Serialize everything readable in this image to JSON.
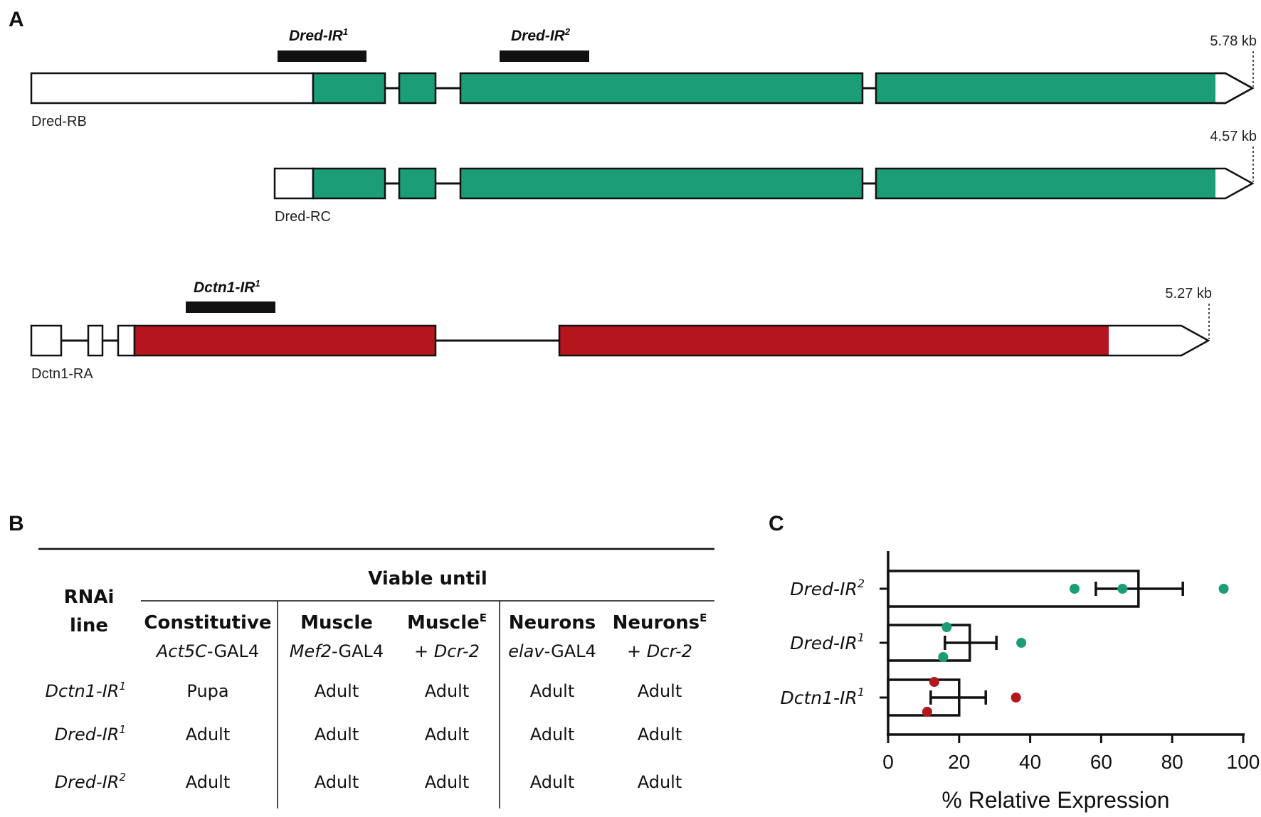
{
  "colors": {
    "dred": "#1b9e77",
    "dctn1": "#b5161e",
    "line": "#111111"
  },
  "panel_a": {
    "letter": "A",
    "transcripts": [
      {
        "name": "Dred-RB",
        "size": "5.78 kb"
      },
      {
        "name": "Dred-RC",
        "size": "4.57 kb"
      },
      {
        "name": "Dctn1-RA",
        "size": "5.27 kb"
      }
    ],
    "ir_labels": {
      "dred_ir1": "Dred-IR",
      "dred_ir2": "Dred-IR",
      "dctn1_ir1": "Dctn1-IR",
      "sup1": "1",
      "sup2": "2"
    }
  },
  "panel_b": {
    "letter": "B",
    "rnai_header": [
      "RNAi",
      "line"
    ],
    "viable_header": "Viable until",
    "columns": [
      {
        "name": "Constitutive",
        "sup": "",
        "driver": "Act5C-GAL4",
        "driver_italic": "Act5C",
        "driver_rest": "-GAL4"
      },
      {
        "name": "Muscle",
        "sup": "",
        "driver": "Mef2-GAL4",
        "driver_italic": "Mef2",
        "driver_rest": "-GAL4"
      },
      {
        "name": "Muscle",
        "sup": "E",
        "driver": "+ Dcr-2",
        "driver_prefix": "+ ",
        "driver_italic": "Dcr-2"
      },
      {
        "name": "Neurons",
        "sup": "",
        "driver": "elav-GAL4",
        "driver_italic": "elav",
        "driver_rest": "-GAL4"
      },
      {
        "name": "Neurons",
        "sup": "E",
        "driver": "+ Dcr-2",
        "driver_prefix": "+ ",
        "driver_italic": "Dcr-2"
      }
    ],
    "rows": [
      {
        "line": "Dctn1-IR",
        "sup": "1",
        "values": [
          "Pupa",
          "Adult",
          "Adult",
          "Adult",
          "Adult"
        ]
      },
      {
        "line": "Dred-IR",
        "sup": "1",
        "values": [
          "Adult",
          "Adult",
          "Adult",
          "Adult",
          "Adult"
        ]
      },
      {
        "line": "Dred-IR",
        "sup": "2",
        "values": [
          "Adult",
          "Adult",
          "Adult",
          "Adult",
          "Adult"
        ]
      }
    ]
  },
  "chart_data": {
    "type": "bar",
    "orientation": "horizontal",
    "letter": "C",
    "categories": [
      "Dred-IR²",
      "Dred-IR¹",
      "Dctn1-IR¹"
    ],
    "category_base": [
      "Dred-IR",
      "Dred-IR",
      "Dctn1-IR"
    ],
    "category_sup": [
      "2",
      "1",
      "1"
    ],
    "values": [
      70.5,
      23,
      20
    ],
    "error": [
      [
        58.5,
        83
      ],
      [
        16,
        30.5
      ],
      [
        12,
        27.5
      ]
    ],
    "points": [
      [
        52.5,
        66,
        94.5
      ],
      [
        16.5,
        15.5,
        37.5
      ],
      [
        13,
        11,
        36
      ]
    ],
    "point_colors": [
      "#1b9e77",
      "#1b9e77",
      "#b5161e"
    ],
    "xlabel": "% Relative Expression",
    "xlim": [
      0,
      100
    ],
    "xticks": [
      0,
      20,
      40,
      60,
      80,
      100
    ]
  }
}
